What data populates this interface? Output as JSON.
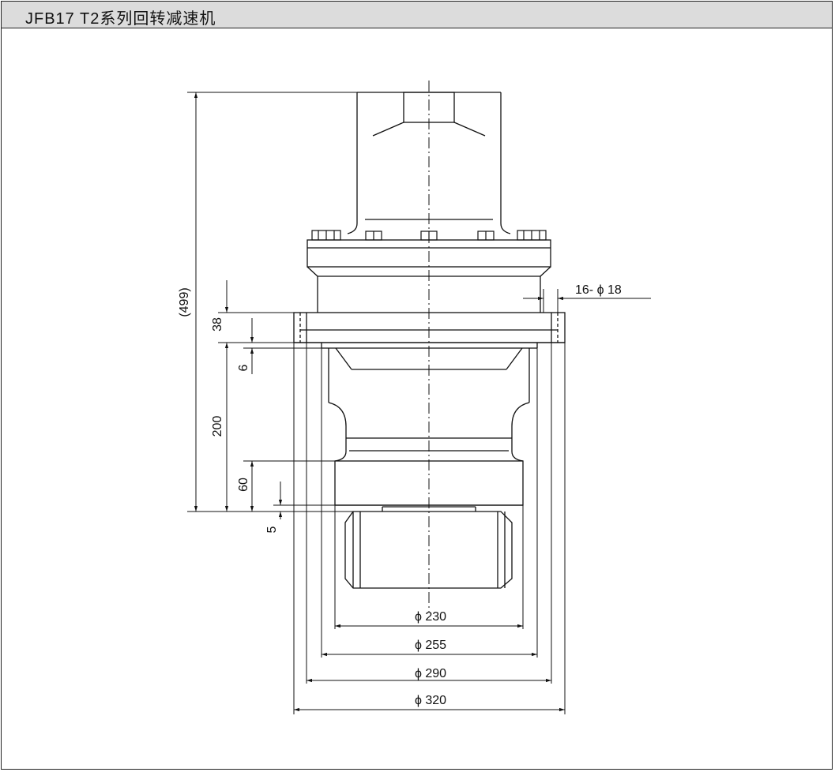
{
  "title": "JFB17 T2系列回转减速机",
  "dimensions": {
    "overall_height": "(499)",
    "d38": "38",
    "d6": "6",
    "d200": "200",
    "d60": "60",
    "d5": "5",
    "holes": "16- ϕ 18",
    "phi230": "ϕ 230",
    "phi255": "ϕ 255",
    "phi290": "ϕ 290",
    "phi320": "ϕ 320"
  }
}
